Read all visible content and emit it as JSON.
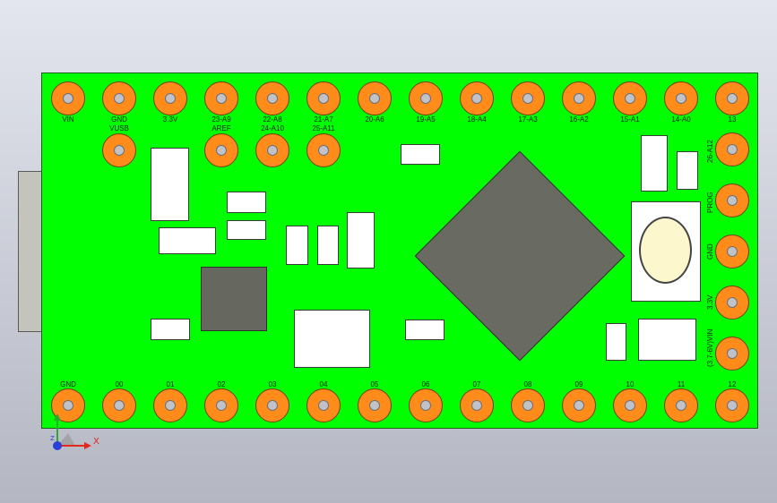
{
  "pins_top": [
    "VIN",
    "GND",
    "3.3V",
    "23-A9",
    "22-A8",
    "21-A7",
    "20-A6",
    "19-A5",
    "18-A4",
    "17-A3",
    "16-A2",
    "15-A1",
    "14-A0",
    "13"
  ],
  "pins_top_second": [
    "VUSB",
    "AREF",
    "24-A10",
    "25-A11"
  ],
  "pins_bottom": [
    "GND",
    "00",
    "01",
    "02",
    "03",
    "04",
    "05",
    "06",
    "07",
    "08",
    "09",
    "10",
    "11",
    "12"
  ],
  "pins_right": [
    "26-A12",
    "PROG",
    "GND",
    "3.3V",
    "(3.7-6V)VIN"
  ],
  "axis": {
    "x": "X",
    "z": "Z"
  },
  "colors": {
    "pcb": "#00ff00",
    "pad": "#ff8c1a",
    "chip": "#696a61",
    "background": "#c9ccd6"
  }
}
